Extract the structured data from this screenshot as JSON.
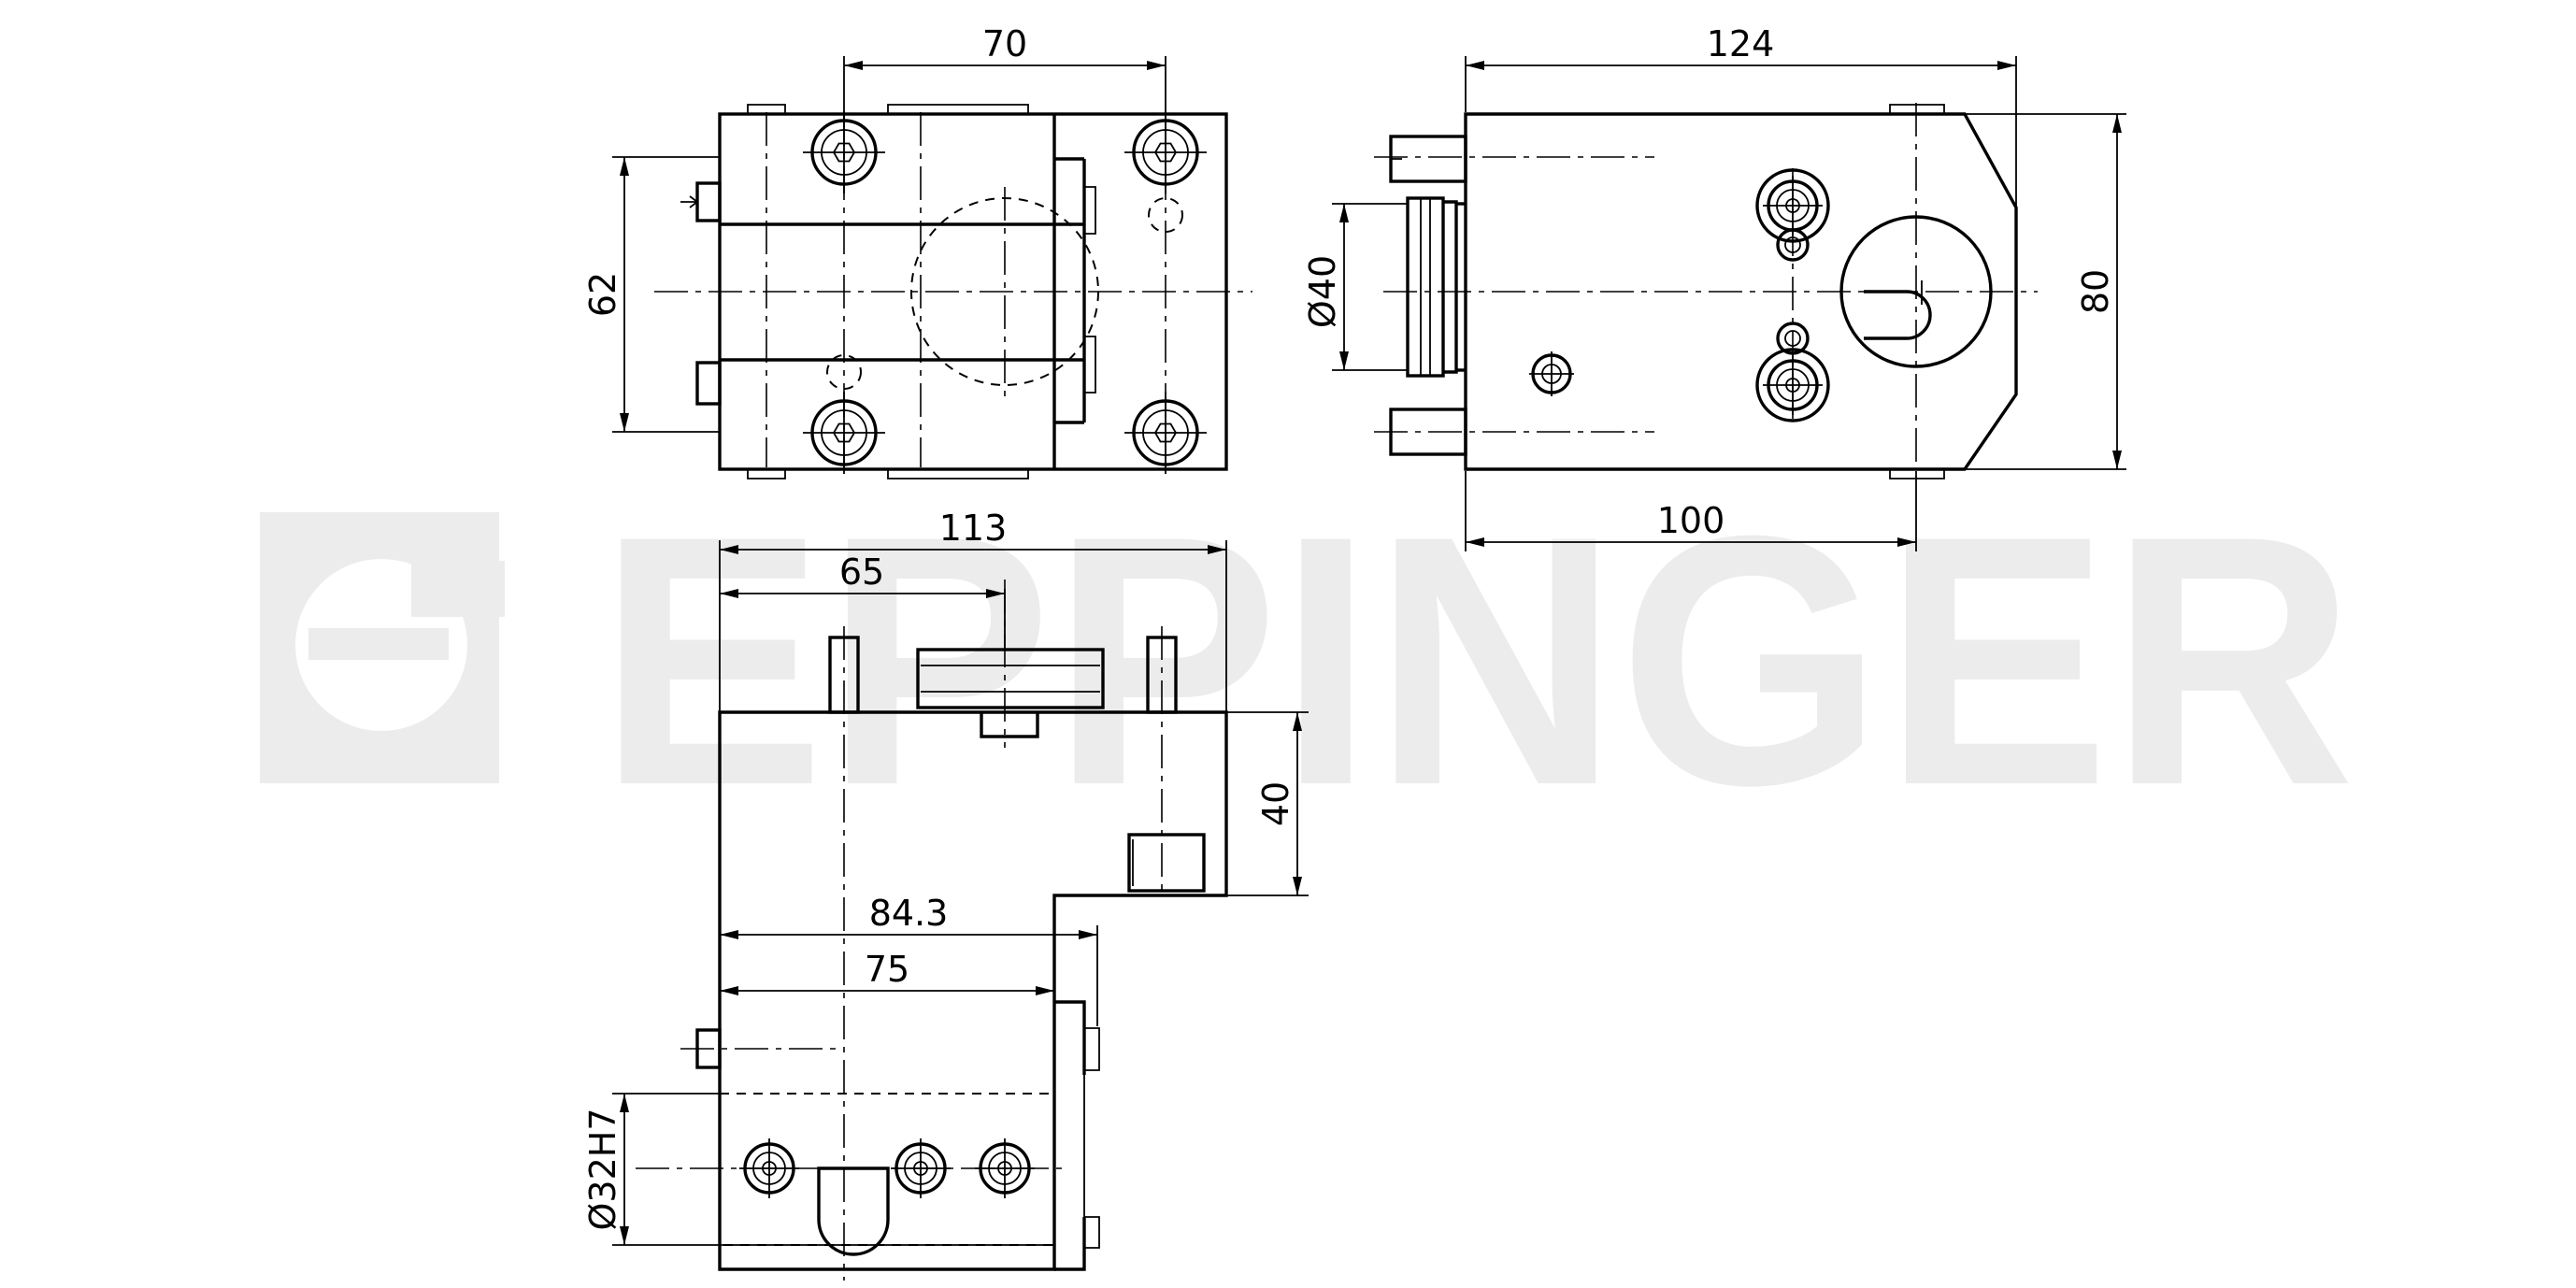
{
  "brand": {
    "watermark_text": "EPPINGER",
    "watermark_color": "#ececec"
  },
  "top_view": {
    "dim_horizontal": "70",
    "dim_vertical": "62"
  },
  "side_view": {
    "dim_length": "124",
    "dim_height": "80",
    "dim_diameter": "Ø40",
    "dim_bottom": "100"
  },
  "front_view": {
    "dim_total": "113",
    "dim_offset": "65",
    "dim_height": "40",
    "dim_width_a": "84.3",
    "dim_width_b": "75",
    "dim_shank": "Ø32H7"
  }
}
